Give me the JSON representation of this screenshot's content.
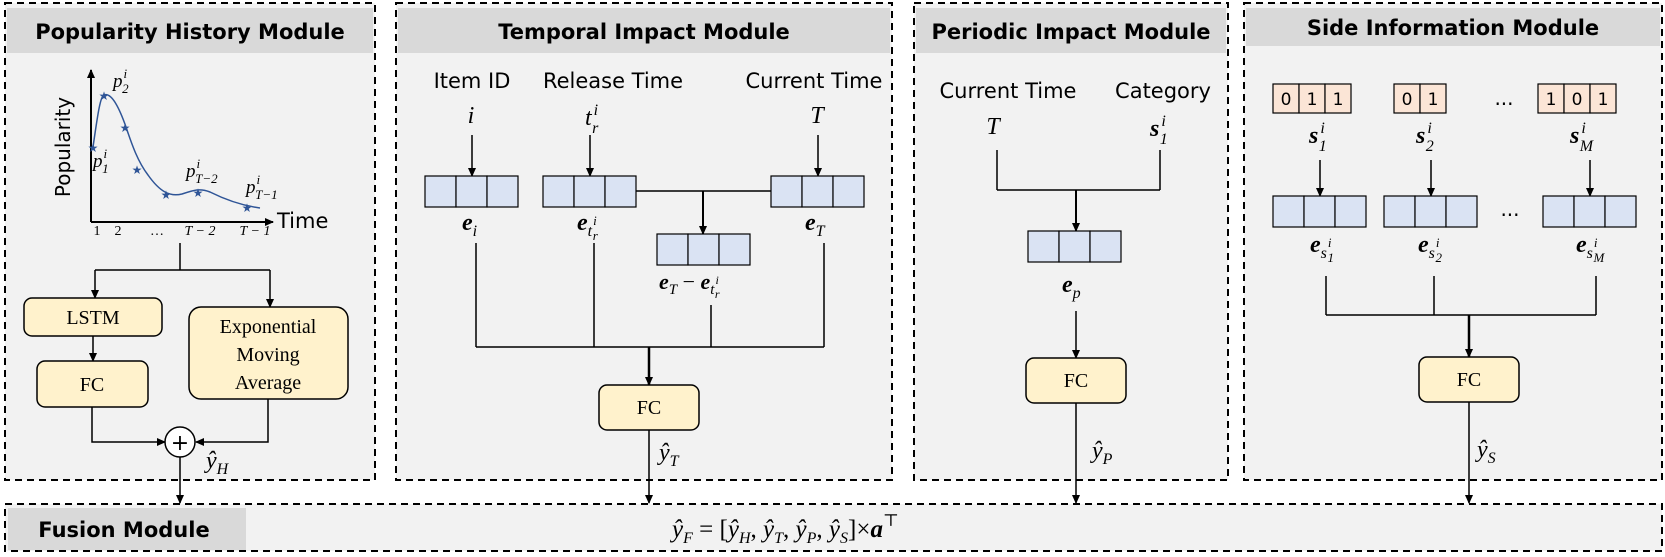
{
  "colors": {
    "panel_bg": "#f2f2f2",
    "header_bg": "#d9d9d9",
    "vector_fill": "#dae3f3",
    "fc_fill": "#fff2cc",
    "side_vec_fill": "#fbe5d6",
    "curve": "#2f5597",
    "stroke": "#000000"
  },
  "modules": {
    "history": {
      "title": "Popularity History Module",
      "ylabel": "Popularity",
      "xlabel": "Time",
      "ticks": [
        "1",
        "2",
        "…",
        "T − 2",
        "T − 1"
      ],
      "pt2": {
        "base": "p",
        "sup": "i",
        "sub": "2"
      },
      "pt1": {
        "base": "p",
        "sup": "i",
        "sub": "1"
      },
      "ptT2": {
        "base": "p",
        "sup": "i",
        "sub": "T−2"
      },
      "ptT1": {
        "base": "p",
        "sup": "i",
        "sub": "T−1"
      },
      "lstm": "LSTM",
      "fc": "FC",
      "ema": [
        "Exponential",
        "Moving",
        "Average"
      ],
      "plus": "+",
      "output": {
        "base": "ŷ",
        "sub": "H"
      }
    },
    "temporal": {
      "title": "Temporal Impact Module",
      "item_id": "Item ID",
      "release_time": "Release Time",
      "current_time": "Current Time",
      "sym_i": "i",
      "sym_tr": {
        "base": "t",
        "sup": "i",
        "sub": "r"
      },
      "sym_T": "T",
      "e_i": {
        "base": "e",
        "sub": "i"
      },
      "e_tr": {
        "base": "e",
        "sub": "t",
        "subsub": "r",
        "subsup": "i"
      },
      "e_T": {
        "base": "e",
        "sub": "T"
      },
      "e_diff": {
        "a": "e",
        "a_sub": "T",
        "op": " − ",
        "b": "e",
        "b_sub": "t",
        "b_subsub": "r",
        "b_subsup": "i"
      },
      "fc": "FC",
      "output": {
        "base": "ŷ",
        "sub": "T"
      }
    },
    "periodic": {
      "title": "Periodic  Impact Module",
      "current_time": "Current Time",
      "category": "Category",
      "sym_T": "T",
      "sym_s1": {
        "base": "s",
        "sup": "i",
        "sub": "1"
      },
      "e_p": {
        "base": "e",
        "sub": "p"
      },
      "fc": "FC",
      "output": {
        "base": "ŷ",
        "sub": "P"
      }
    },
    "side": {
      "title": "Side Information Module",
      "vec1": [
        "0",
        "1",
        "1"
      ],
      "vec2": [
        "0",
        "1"
      ],
      "vecM": [
        "1",
        "0",
        "1"
      ],
      "dots": "...",
      "s1": {
        "base": "s",
        "sup": "i",
        "sub": "1"
      },
      "s2": {
        "base": "s",
        "sup": "i",
        "sub": "2"
      },
      "sM": {
        "base": "s",
        "sup": "i",
        "sub": "M"
      },
      "e_s1": {
        "base": "e",
        "sub": "s",
        "subsub": "1",
        "subsup": "i"
      },
      "e_s2": {
        "base": "e",
        "sub": "s",
        "subsub": "2",
        "subsup": "i"
      },
      "e_sM": {
        "base": "e",
        "sub": "s",
        "subsub": "M",
        "subsup": "i"
      },
      "fc": "FC",
      "output": {
        "base": "ŷ",
        "sub": "S"
      }
    },
    "fusion": {
      "title": "Fusion Module",
      "formula": {
        "lhs": "ŷ",
        "lhs_sub": "F",
        "eq": " = [",
        "t1": "ŷ",
        "s1": "H",
        "t2": "ŷ",
        "s2": "T",
        "t3": "ŷ",
        "s3": "P",
        "t4": "ŷ",
        "s4": "S",
        "comma": ", ",
        "close": "]×",
        "a": "a",
        "top": "⊤"
      }
    }
  }
}
